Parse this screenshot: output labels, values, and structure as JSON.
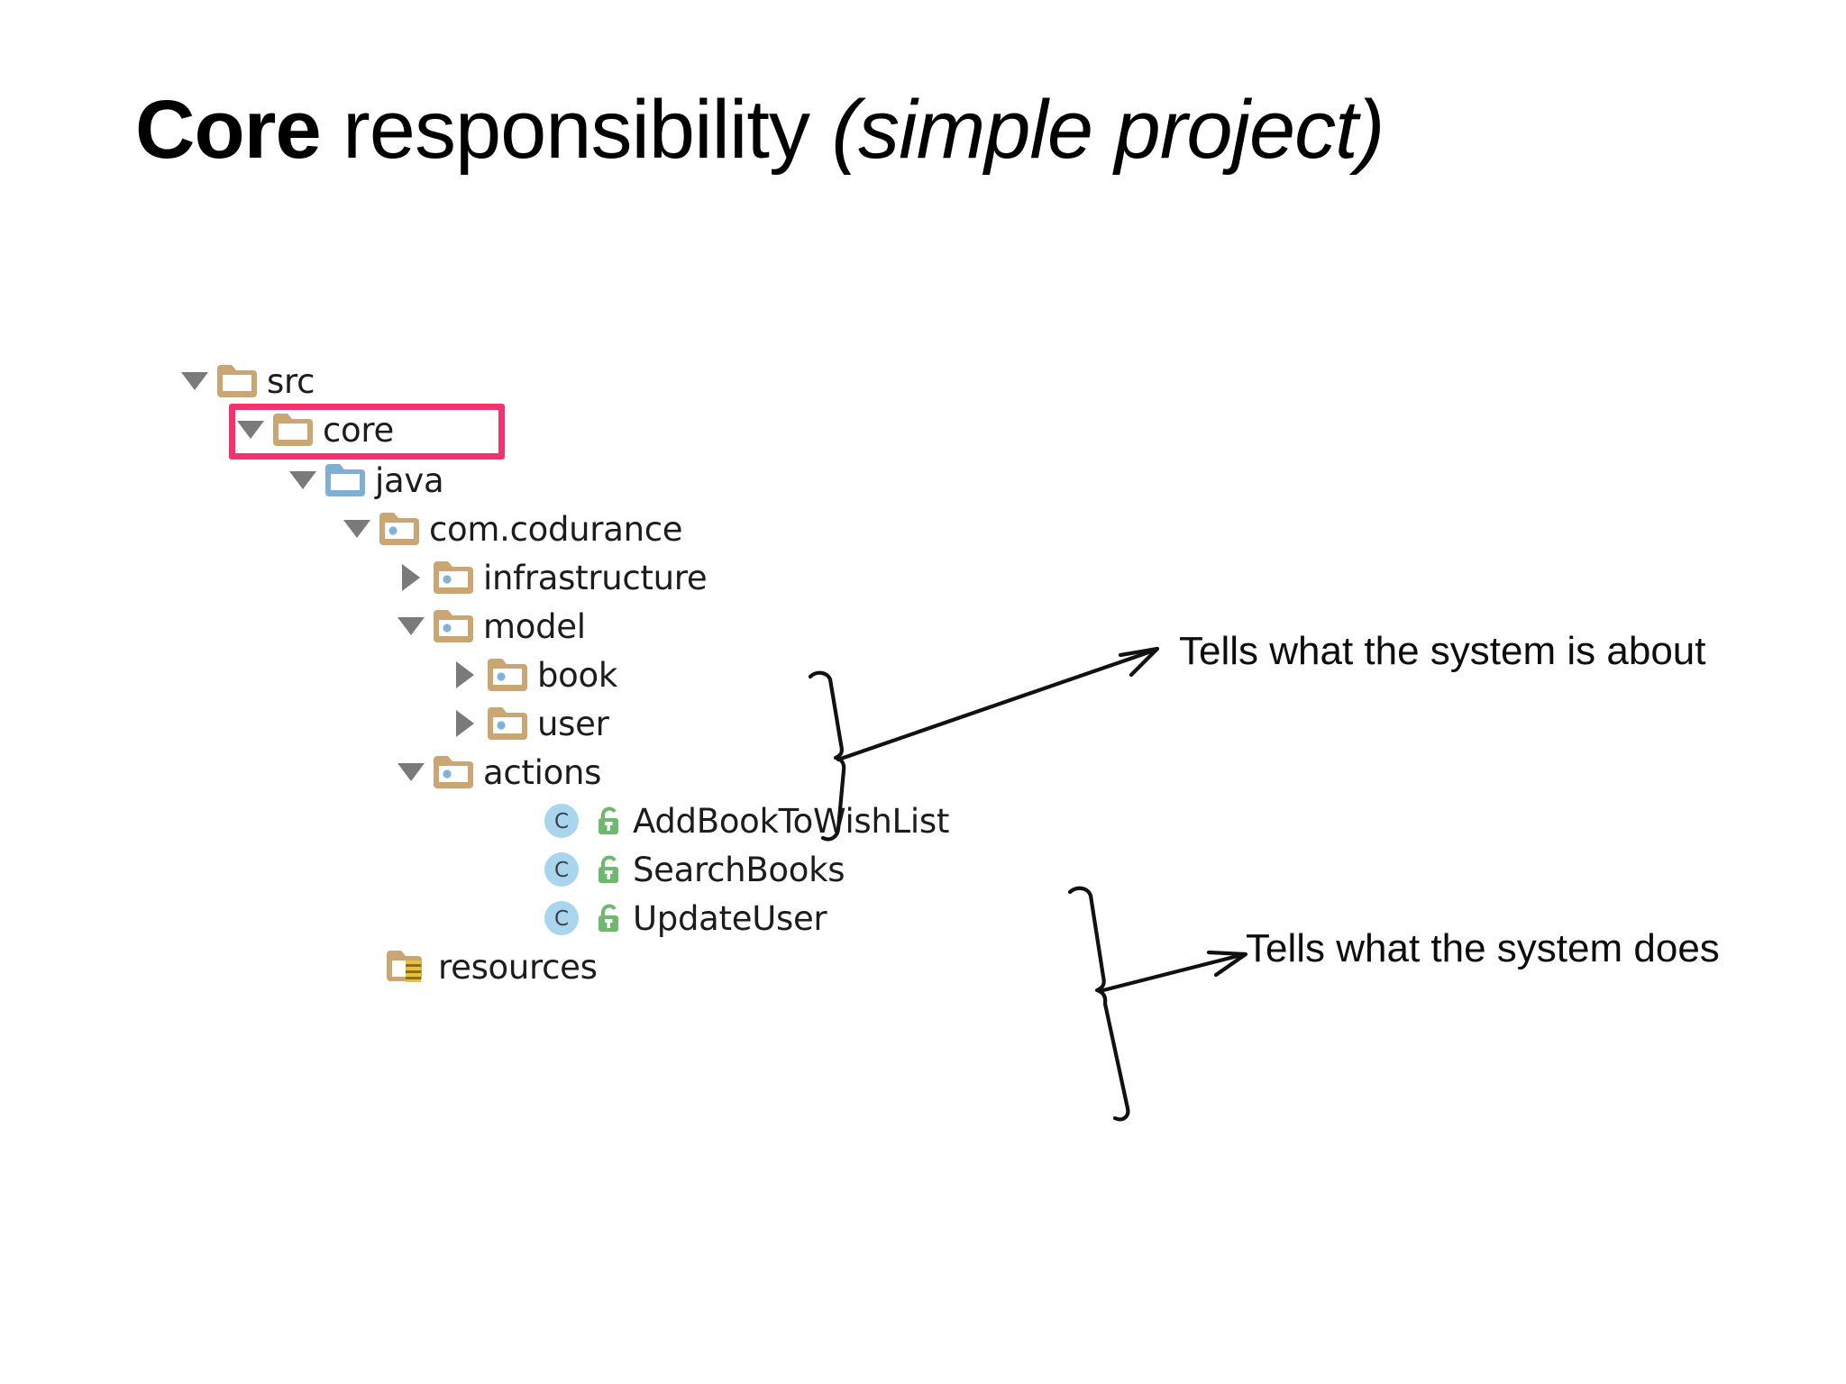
{
  "slide": {
    "background_color": "#ffffff",
    "title": {
      "bold_part": "Core",
      "regular_part": " responsibility ",
      "italic_part": "(simple project)",
      "full_text": "Core responsibility (simple project)"
    }
  },
  "colors": {
    "highlight_pink": "#F4326E",
    "folder_tan": "#CBA572",
    "folder_blue": "#7FAFD4",
    "package_dot_blue": "#7FB3D9",
    "class_circle_blue": "#A9D5EE",
    "class_letter": "#3C4043",
    "lock_green": "#6FB96F",
    "resource_badge_yellow": "#E8C23A",
    "arrow_triangle_gray": "#7A7A7A",
    "text_black": "#1C1C1C",
    "annotation_black": "#0D0D0D"
  },
  "tree": {
    "name": "project-tree",
    "rows": [
      {
        "id": "src",
        "label": "src",
        "icon": "folder-tan-icon",
        "toggle": "expanded",
        "depth": 0,
        "highlighted": false
      },
      {
        "id": "core",
        "label": "core",
        "icon": "folder-tan-icon",
        "toggle": "expanded",
        "depth": 1,
        "highlighted": true
      },
      {
        "id": "java",
        "label": "java",
        "icon": "folder-blue-icon",
        "toggle": "expanded",
        "depth": 2,
        "highlighted": false
      },
      {
        "id": "com-codurance",
        "label": "com.codurance",
        "icon": "package-folder-icon",
        "toggle": "expanded",
        "depth": 3,
        "highlighted": false
      },
      {
        "id": "infrastructure",
        "label": "infrastructure",
        "icon": "package-folder-icon",
        "toggle": "collapsed",
        "depth": 4,
        "highlighted": false
      },
      {
        "id": "model",
        "label": "model",
        "icon": "package-folder-icon",
        "toggle": "expanded",
        "depth": 4,
        "highlighted": false
      },
      {
        "id": "book",
        "label": "book",
        "icon": "package-folder-icon",
        "toggle": "collapsed",
        "depth": 5,
        "highlighted": false
      },
      {
        "id": "user",
        "label": "user",
        "icon": "package-folder-icon",
        "toggle": "collapsed",
        "depth": 5,
        "highlighted": false
      },
      {
        "id": "actions",
        "label": "actions",
        "icon": "package-folder-icon",
        "toggle": "expanded",
        "depth": 4,
        "highlighted": false
      },
      {
        "id": "add-book-to-wish-list",
        "label": "AddBookToWishList",
        "icon": "java-class-icon",
        "badge": "unlocked-public-icon",
        "toggle": "none",
        "depth": 5,
        "highlighted": false
      },
      {
        "id": "search-books",
        "label": "SearchBooks",
        "icon": "java-class-icon",
        "badge": "unlocked-public-icon",
        "toggle": "none",
        "depth": 5,
        "highlighted": false
      },
      {
        "id": "update-user",
        "label": "UpdateUser",
        "icon": "java-class-icon",
        "badge": "unlocked-public-icon",
        "toggle": "none",
        "depth": 5,
        "highlighted": false
      },
      {
        "id": "resources",
        "label": "resources",
        "icon": "resources-folder-icon",
        "toggle": "none",
        "depth": 2,
        "highlighted": false
      }
    ]
  },
  "annotations": [
    {
      "id": "annotation-model",
      "text": "Tells what the system is about",
      "brace_targets": [
        "model",
        "book",
        "user"
      ]
    },
    {
      "id": "annotation-actions",
      "text": "Tells what the system does",
      "brace_targets": [
        "AddBookToWishList",
        "SearchBooks",
        "UpdateUser"
      ]
    }
  ]
}
